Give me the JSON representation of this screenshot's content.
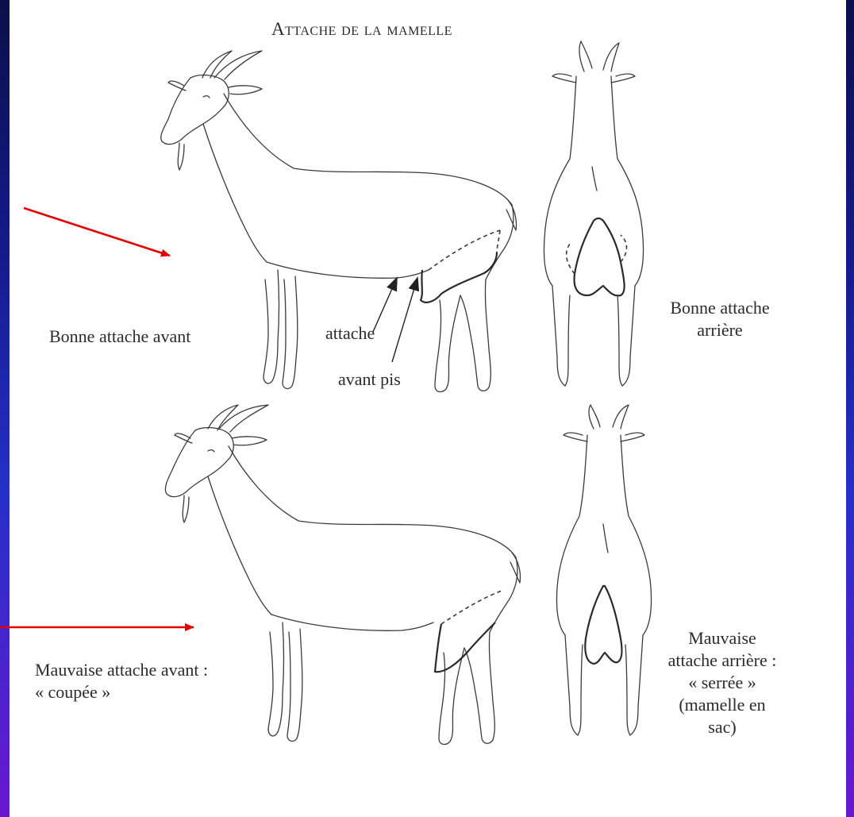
{
  "title": "Attache de la mamelle",
  "labels": {
    "good_front": "Bonne attache avant",
    "attache": "attache",
    "avant_pis": "avant pis",
    "good_rear_line1": "Bonne attache",
    "good_rear_line2": "arrière",
    "bad_front_line1": "Mauvaise attache avant :",
    "bad_front_line2": "« coupée »",
    "bad_rear_line1": "Mauvaise",
    "bad_rear_line2": "attache arrière :",
    "bad_rear_line3": "« serrée »",
    "bad_rear_line4": "(mamelle en",
    "bad_rear_line5": "sac)"
  },
  "colors": {
    "background_top": "#0b0f4a",
    "background_bottom": "#6a18d0",
    "arrow": "#e00000",
    "ink": "#3a3a3a"
  }
}
